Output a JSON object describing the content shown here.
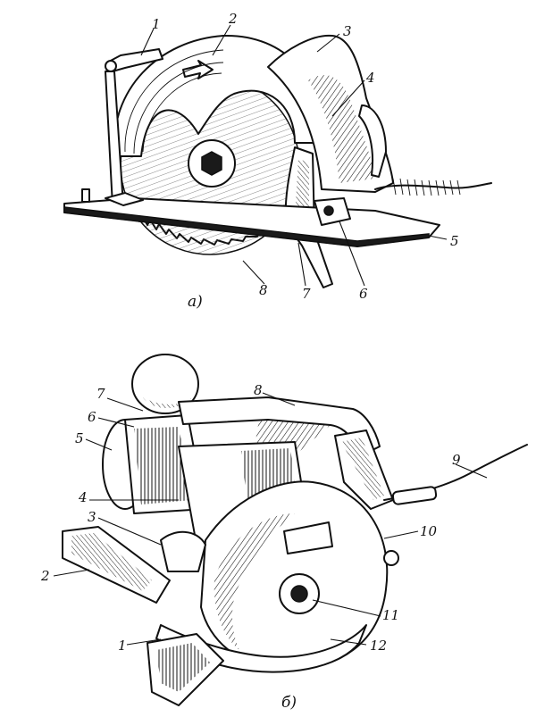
{
  "figure_a": {
    "caption": "а)",
    "labels": [
      "1",
      "2",
      "3",
      "4",
      "5",
      "6",
      "7",
      "8"
    ]
  },
  "figure_b": {
    "caption": "б)",
    "labels": [
      "1",
      "2",
      "3",
      "4",
      "5",
      "6",
      "7",
      "8",
      "9",
      "10",
      "11",
      "12"
    ]
  }
}
